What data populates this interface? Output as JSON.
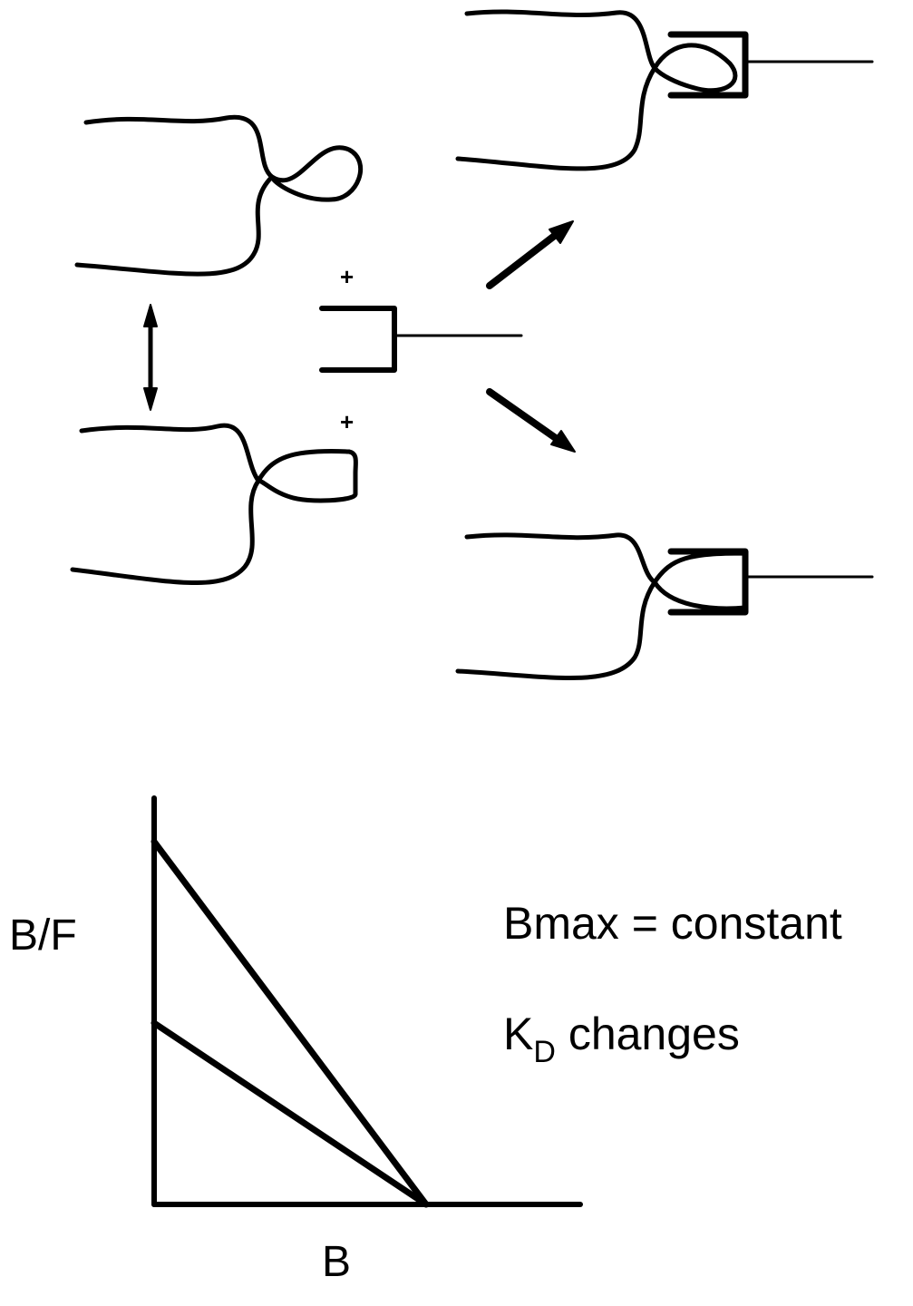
{
  "diagram": {
    "plus_signs": [
      "+",
      "+"
    ]
  },
  "chart_data": {
    "type": "line",
    "xlabel": "B",
    "ylabel": "B/F",
    "series": [
      {
        "x": [
          0,
          1
        ],
        "y": [
          1.0,
          0
        ]
      },
      {
        "x": [
          0,
          1
        ],
        "y": [
          0.5,
          0
        ]
      }
    ]
  },
  "annotations": {
    "bmax": "Bmax = constant",
    "kd_main": "K",
    "kd_sub": "D",
    "kd_rest": " changes"
  }
}
